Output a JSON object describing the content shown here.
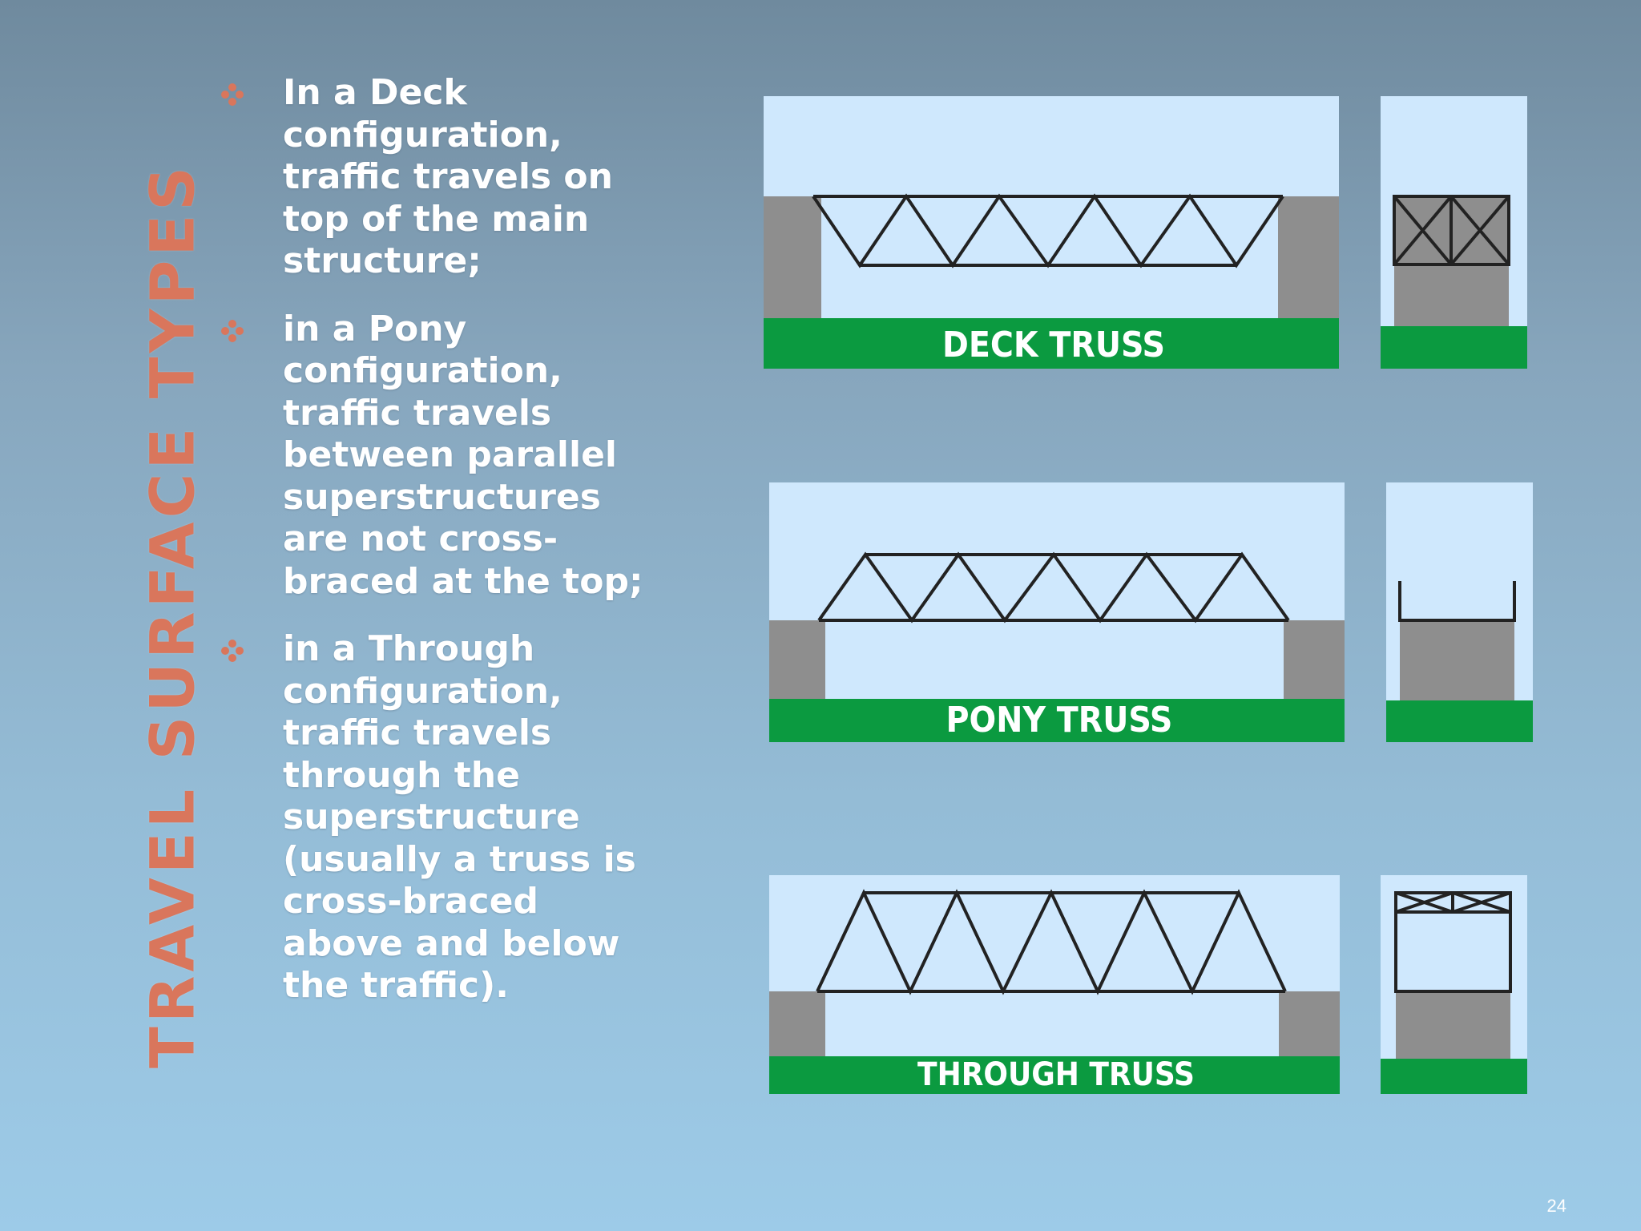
{
  "slide": {
    "title": "TRAVEL SURFACE TYPES",
    "page_number": "24"
  },
  "bullets": [
    "In a Deck configuration, traffic travels on top of the main structure;",
    "in a Pony configuration, traffic travels between parallel superstructures are not cross-braced at the top;",
    "in a Through configuration, traffic travels through the superstructure (usually a truss is cross-braced above and below the traffic)."
  ],
  "diagrams": {
    "deck": {
      "label": "DECK TRUSS"
    },
    "pony": {
      "label": "PONY TRUSS"
    },
    "through": {
      "label": "THROUGH TRUSS"
    }
  },
  "colors": {
    "title": "#d9765c",
    "bullet_icon": "#d9765c",
    "sky": "#cfe8fd",
    "ground_green": "#0b9a40",
    "pier_gray": "#8e8e8e",
    "truss_line": "#222222"
  }
}
